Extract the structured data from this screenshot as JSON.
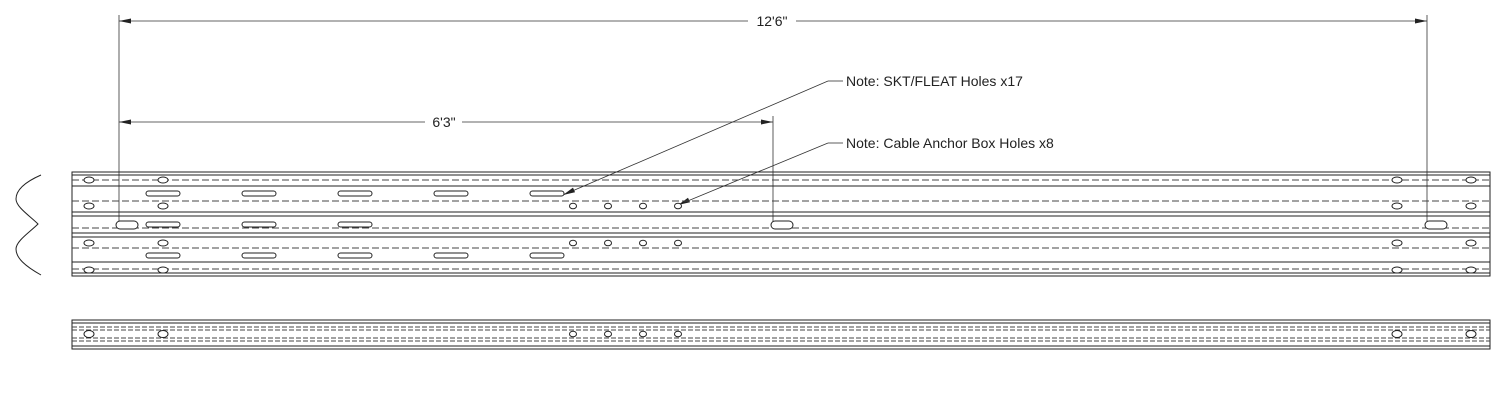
{
  "dimensions": {
    "overall_length": "12'6\"",
    "half_length": "6'3\""
  },
  "notes": {
    "skt_fleat": "Note: SKT/FLEAT Holes x17",
    "cable_anchor": "Note: Cable Anchor Box Holes x8"
  },
  "views": {
    "profile": "w-beam cross-section",
    "plan": "top view",
    "side": "edge view"
  }
}
